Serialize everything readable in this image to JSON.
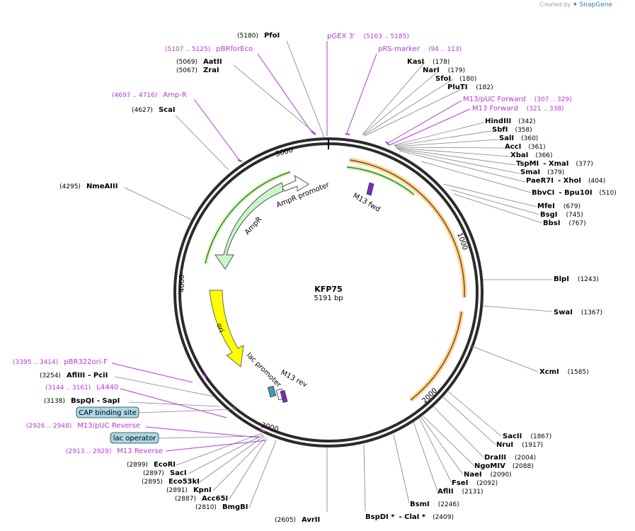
{
  "credit": {
    "prefix": "Created by",
    "brand": "SnapGene"
  },
  "plasmid": {
    "name": "KFP75",
    "size": "5191 bp"
  },
  "ticks": [
    "1000",
    "2000",
    "3000",
    "4000",
    "5000"
  ],
  "features": [
    {
      "label": "AmpR promoter",
      "color": "#c9f7c9"
    },
    {
      "label": "AmpR",
      "color": "#c9f7c9"
    },
    {
      "label": "ori",
      "color": "#ffff00"
    },
    {
      "label": "lac promoter",
      "color": "#ffffff"
    },
    {
      "label": "M13 rev",
      "color": "#8a2be2"
    },
    {
      "label": "M13 fwd",
      "color": "#8a2be2"
    },
    {
      "label": "CAP binding site",
      "color": "#a8d8e6"
    },
    {
      "label": "lac operator",
      "color": "#a8d8e6"
    }
  ],
  "enzymes": [
    {
      "name": "PfoI",
      "pos": "(5180)"
    },
    {
      "name": "AatII",
      "pos": "(5069)"
    },
    {
      "name": "ZraI",
      "pos": "(5067)"
    },
    {
      "name": "ScaI",
      "pos": "(4627)"
    },
    {
      "name": "NmeAIII",
      "pos": "(4295)"
    },
    {
      "name": "AflIII",
      "pos": "(3254)",
      "name2": "PciI"
    },
    {
      "name": "BspQI",
      "pos": "(3138)",
      "name2": "SapI"
    },
    {
      "name": "EcoRI",
      "pos": "(2899)"
    },
    {
      "name": "SacI",
      "pos": "(2897)"
    },
    {
      "name": "Eco53kI",
      "pos": "(2895)"
    },
    {
      "name": "KpnI",
      "pos": "(2891)"
    },
    {
      "name": "Acc65I",
      "pos": "(2887)"
    },
    {
      "name": "BmgBI",
      "pos": "(2810)"
    },
    {
      "name": "AvrII",
      "pos": "(2605)"
    },
    {
      "name": "KasI",
      "pos": "(178)"
    },
    {
      "name": "NarI",
      "pos": "(179)"
    },
    {
      "name": "SfoI",
      "pos": "(180)"
    },
    {
      "name": "PluTI",
      "pos": "(182)"
    },
    {
      "name": "HindIII",
      "pos": "(342)"
    },
    {
      "name": "SbfI",
      "pos": "(358)"
    },
    {
      "name": "SalI",
      "pos": "(360)"
    },
    {
      "name": "AccI",
      "pos": "(361)"
    },
    {
      "name": "XbaI",
      "pos": "(366)"
    },
    {
      "name": "TspMI",
      "pos": "(377)",
      "name2": "XmaI"
    },
    {
      "name": "SmaI",
      "pos": "(379)"
    },
    {
      "name": "PaeR7I",
      "pos": "(404)",
      "name2": "XhoI"
    },
    {
      "name": "BbvCI",
      "pos": "(510)",
      "name2": "Bpu10I"
    },
    {
      "name": "MfeI",
      "pos": "(679)"
    },
    {
      "name": "BsgI",
      "pos": "(745)"
    },
    {
      "name": "BbsI",
      "pos": "(767)"
    },
    {
      "name": "BlpI",
      "pos": "(1243)"
    },
    {
      "name": "SwaI",
      "pos": "(1367)"
    },
    {
      "name": "XcmI",
      "pos": "(1585)"
    },
    {
      "name": "SacII",
      "pos": "(1867)"
    },
    {
      "name": "NruI",
      "pos": "(1917)"
    },
    {
      "name": "DraIII",
      "pos": "(2004)"
    },
    {
      "name": "NgoMIV",
      "pos": "(2088)"
    },
    {
      "name": "NaeI",
      "pos": "(2090)"
    },
    {
      "name": "FseI",
      "pos": "(2092)"
    },
    {
      "name": "AflII",
      "pos": "(2131)"
    },
    {
      "name": "BsmI",
      "pos": "(2246)"
    },
    {
      "name": "BspDI *",
      "pos": "(2409)",
      "name2": "ClaI *"
    }
  ],
  "primers": [
    {
      "name": "pGEX 3'",
      "pos": "(5163 .. 5185)"
    },
    {
      "name": "pBRforEco",
      "pos": "(5107 .. 5125)"
    },
    {
      "name": "pRS-marker",
      "pos": "(94 .. 113)"
    },
    {
      "name": "Amp-R",
      "pos": "(4697 .. 4716)"
    },
    {
      "name": "M13/pUC Forward",
      "pos": "(307 .. 329)"
    },
    {
      "name": "M13 Forward",
      "pos": "(321 .. 338)"
    },
    {
      "name": "pBR322ori-F",
      "pos": "(3395 .. 3414)"
    },
    {
      "name": "L4440",
      "pos": "(3144 .. 3161)"
    },
    {
      "name": "M13/pUC Reverse",
      "pos": "(2926 .. 2948)"
    },
    {
      "name": "M13 Reverse",
      "pos": "(2913 .. 2929)"
    }
  ]
}
